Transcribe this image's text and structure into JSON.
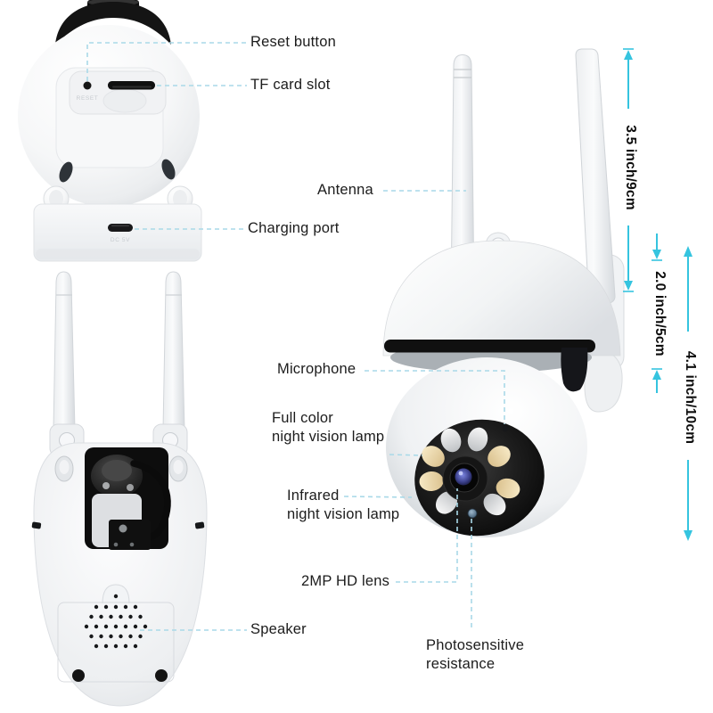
{
  "callouts": {
    "reset": "Reset button",
    "tf": "TF card slot",
    "antenna": "Antenna",
    "charging": "Charging port",
    "microphone": "Microphone",
    "full_color": [
      "Full color",
      "night vision lamp"
    ],
    "infrared": [
      "Infrared",
      "night vision lamp"
    ],
    "lens": "2MP HD lens",
    "speaker": "Speaker",
    "photo": [
      "Photosensitive",
      "resistance"
    ]
  },
  "dimensions": {
    "antenna": "3.5 inch/9cm",
    "bracket": "2.0 inch/5cm",
    "head": "4.1 inch/10cm"
  },
  "markings": {
    "reset": "RESET",
    "power": "DC 5V"
  },
  "colors": {
    "leader": "#a9d9e8",
    "arrow": "#35c4df",
    "text": "#1c1c1c",
    "background": "#ffffff"
  }
}
